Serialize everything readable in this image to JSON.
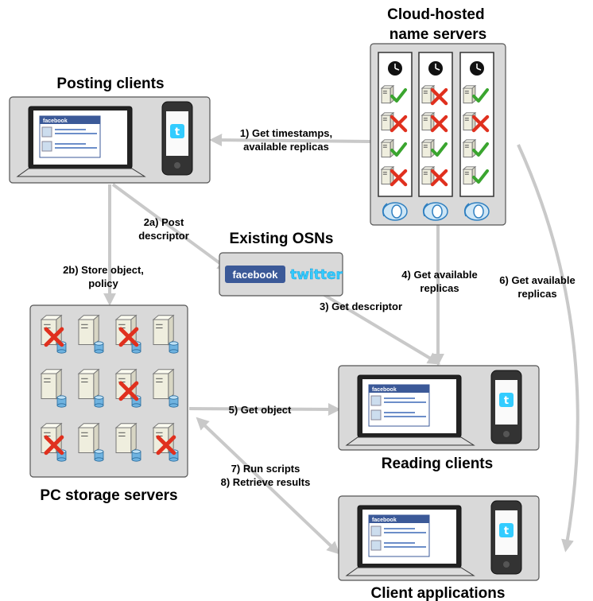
{
  "groups": {
    "name_servers": "Cloud-hosted\nname servers",
    "posting_clients": "Posting clients",
    "existing_osns": "Existing OSNs",
    "storage_servers": "PC storage servers",
    "reading_clients": "Reading clients",
    "client_apps": "Client applications"
  },
  "edges": {
    "e1": "1) Get timestamps,\navailable replicas",
    "e2a": "2a) Post\ndescriptor",
    "e2b": "2b) Store object,\npolicy",
    "e3": "3) Get descriptor",
    "e4": "4) Get available\nreplicas",
    "e5": "5) Get object",
    "e6": "6) Get available\nreplicas",
    "e78": "7) Run scripts\n8) Retrieve results"
  },
  "ui": {
    "facebook": "facebook",
    "twitter": "twitter"
  },
  "name_server_columns": [
    {
      "status": [
        "ok",
        "fail",
        "ok",
        "fail"
      ]
    },
    {
      "status": [
        "fail",
        "fail",
        "ok",
        "fail"
      ]
    },
    {
      "status": [
        "ok",
        "fail",
        "ok",
        "ok"
      ]
    }
  ],
  "storage_grid": [
    [
      "fail",
      "ok",
      "fail",
      "ok"
    ],
    [
      "ok",
      "ok",
      "fail",
      "ok"
    ],
    [
      "fail",
      "ok",
      "ok",
      "fail"
    ]
  ],
  "colors": {
    "panel": "#d9d9d9",
    "arrow": "#c9c9c9",
    "facebook": "#3b5998",
    "twitter": "#33ccff",
    "check": "#3aa52f",
    "cross": "#e0301e"
  }
}
